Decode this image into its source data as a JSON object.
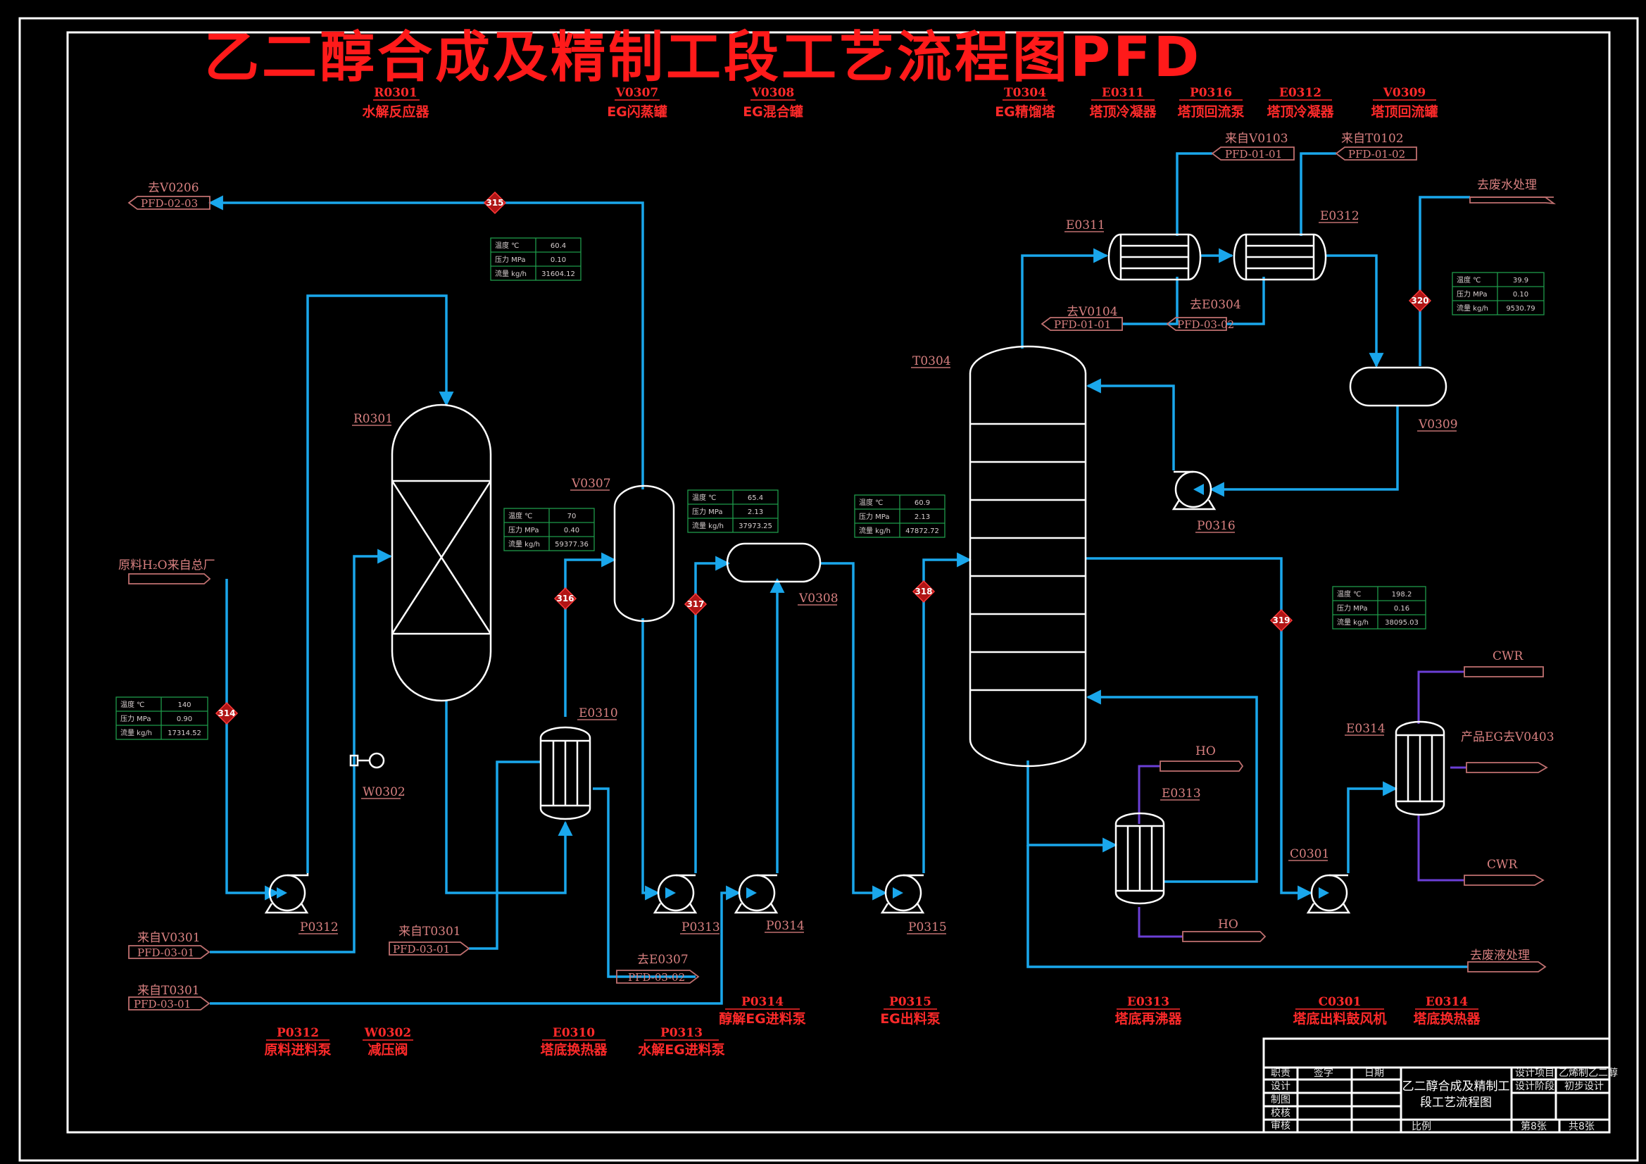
{
  "title": "乙二醇合成及精制工段工艺流程图PFD",
  "equipment_header": [
    {
      "tag": "R0301",
      "name": "水解反应器"
    },
    {
      "tag": "V0307",
      "name": "EG闪蒸罐"
    },
    {
      "tag": "V0308",
      "name": "EG混合罐"
    },
    {
      "tag": "T0304",
      "name": "EG精馏塔"
    },
    {
      "tag": "E0311",
      "name": "塔顶冷凝器"
    },
    {
      "tag": "P0316",
      "name": "塔顶回流泵"
    },
    {
      "tag": "E0312",
      "name": "塔顶冷凝器"
    },
    {
      "tag": "V0309",
      "name": "塔顶回流罐"
    }
  ],
  "equipment_footer": [
    {
      "tag": "P0312",
      "name": "原料进料泵"
    },
    {
      "tag": "W0302",
      "name": "减压阀"
    },
    {
      "tag": "E0310",
      "name": "塔底换热器"
    },
    {
      "tag": "P0313",
      "name": "水解EG进料泵"
    },
    {
      "tag": "P0314",
      "name": "醇解EG进料泵"
    },
    {
      "tag": "P0315",
      "name": "EG出料泵"
    },
    {
      "tag": "E0313",
      "name": "塔底再沸器"
    },
    {
      "tag": "C0301",
      "name": "塔底出料鼓风机"
    },
    {
      "tag": "E0314",
      "name": "塔底换热器"
    }
  ],
  "equipment_labels": {
    "r0301": "R0301",
    "v0307": "V0307",
    "v0308": "V0308",
    "t0304": "T0304",
    "e0311": "E0311",
    "e0312": "E0312",
    "v0309": "V0309",
    "p0316": "P0316",
    "e0310": "E0310",
    "w0302": "W0302",
    "p0312": "P0312",
    "p0313": "P0313",
    "p0314": "P0314",
    "p0315": "P0315",
    "e0313": "E0313",
    "c0301": "C0301",
    "e0314": "E0314"
  },
  "off_page": {
    "to_v0206": {
      "label": "去V0206",
      "ref": "PFD-02-03"
    },
    "from_v0103": {
      "label": "来自V0103",
      "ref": "PFD-01-01"
    },
    "from_t0102": {
      "label": "来自T0102",
      "ref": "PFD-01-02"
    },
    "to_wastewater": {
      "label": "去废水处理"
    },
    "to_v0104": {
      "label": "去V0104",
      "ref": "PFD-01-01"
    },
    "to_e0304": {
      "label": "去E0304",
      "ref": "PFD-03-02"
    },
    "raw_h2o": {
      "label": "原料H₂O来自总厂"
    },
    "from_v0301": {
      "label": "来自V0301",
      "ref": "PFD-03-01"
    },
    "from_t0301_a": {
      "label": "来自T0301",
      "ref": "PFD-03-01"
    },
    "to_e0307": {
      "label": "去E0307",
      "ref": "PFD-03-02"
    },
    "from_t0301_b": {
      "label": "来自T0301",
      "ref": "PFD-03-01"
    },
    "cwr_top": {
      "label": "CWR"
    },
    "product_eg": {
      "label": "产品EG去V0403"
    },
    "cwr_bottom": {
      "label": "CWR"
    },
    "ho_top": {
      "label": "HO"
    },
    "ho_bottom": {
      "label": "HO"
    },
    "to_waste_liquid": {
      "label": "去废液处理"
    }
  },
  "streams": [
    "314",
    "315",
    "316",
    "317",
    "318",
    "319",
    "320"
  ],
  "stream_table_labels": {
    "temp": "温度 ℃",
    "press": "压力 MPa",
    "flow": "流量 kg/h"
  },
  "stream_tables": [
    {
      "id": "s315",
      "temp": "60.4",
      "press": "0.10",
      "flow": "31604.12"
    },
    {
      "id": "s316",
      "temp": "70",
      "press": "0.40",
      "flow": "59377.36"
    },
    {
      "id": "s317",
      "temp": "65.4",
      "press": "2.13",
      "flow": "37973.25"
    },
    {
      "id": "s318",
      "temp": "60.9",
      "press": "2.13",
      "flow": "47872.72"
    },
    {
      "id": "s319",
      "temp": "198.2",
      "press": "0.16",
      "flow": "38095.03"
    },
    {
      "id": "s320",
      "temp": "39.9",
      "press": "0.10",
      "flow": "9530.79"
    },
    {
      "id": "s314",
      "temp": "140",
      "press": "0.90",
      "flow": "17314.52"
    }
  ],
  "title_block": {
    "rows": [
      "职责",
      "设计",
      "制图",
      "校核",
      "审核"
    ],
    "sign": "签字",
    "date": "日期",
    "drawing_title_line1": "乙二醇合成及精制工",
    "drawing_title_line2": "段工艺流程图",
    "scale": "比例",
    "project_label": "设计项目",
    "project_value": "乙烯制乙二醇",
    "stage_label": "设计阶段",
    "stage_value": "初步设计",
    "sheet": "第8张",
    "total": "共8张"
  },
  "colors": {
    "pipe": "#1aa7ec",
    "utility": "#6b3fd6",
    "text_red": "#ff2a2a",
    "equipment": "#ffffff"
  }
}
